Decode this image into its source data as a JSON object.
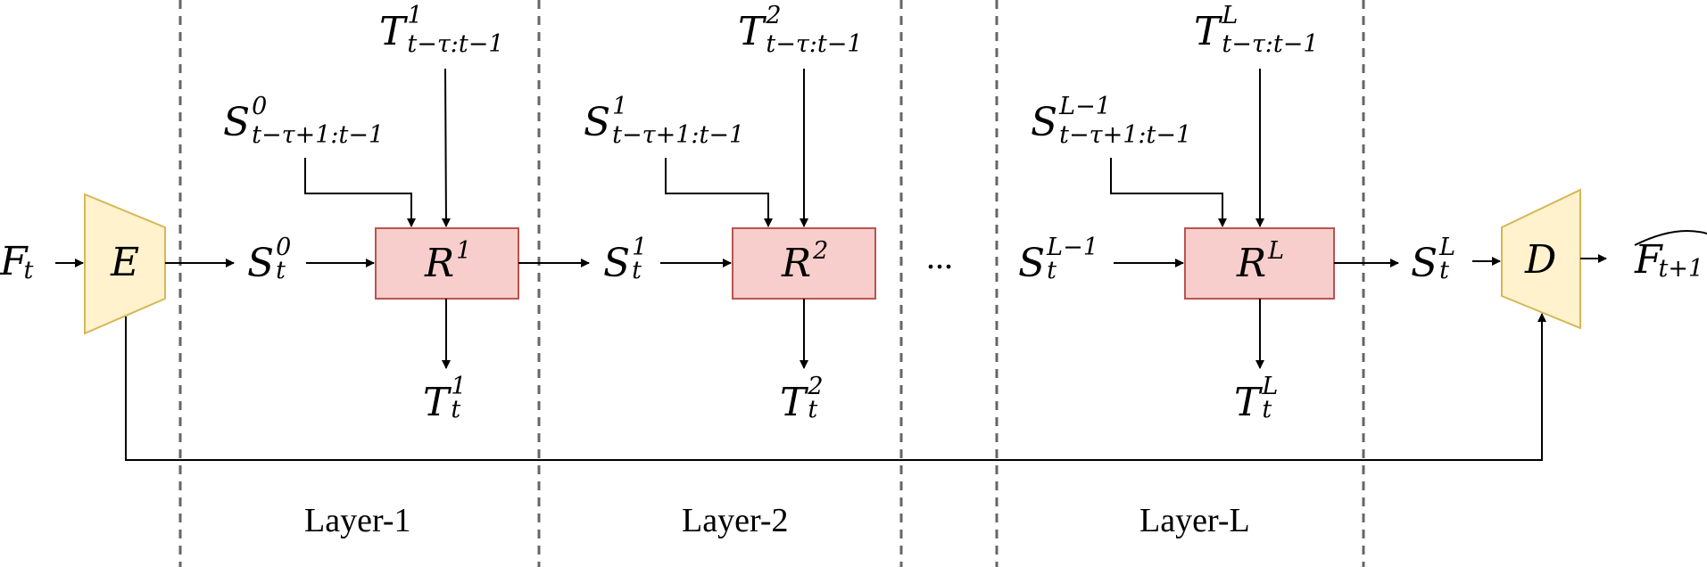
{
  "colors": {
    "encoder_fill": "#fff2cc",
    "encoder_stroke": "#d6b656",
    "block_fill": "#f8cecc",
    "block_stroke": "#b85450",
    "divider": "#666666",
    "arrow": "#000000"
  },
  "input": {
    "base": "F",
    "sub": "t"
  },
  "encoder": {
    "label": "E"
  },
  "decoder": {
    "label": "D"
  },
  "output": {
    "base": "F",
    "sub": "t+1"
  },
  "ellipsis": "...",
  "layers": [
    {
      "name": "Layer-1",
      "block": {
        "base": "R",
        "sup": "1"
      },
      "state_in": {
        "base": "S",
        "sup": "0",
        "sub": "t"
      },
      "state_hist": {
        "base": "S",
        "sup": "0",
        "sub": "t−τ+1:t−1"
      },
      "temp_hist": {
        "base": "T",
        "sup": "1",
        "sub": "t−τ:t−1"
      },
      "temp_out": {
        "base": "T",
        "sup": "1",
        "sub": "t"
      }
    },
    {
      "name": "Layer-2",
      "block": {
        "base": "R",
        "sup": "2"
      },
      "state_in": {
        "base": "S",
        "sup": "1",
        "sub": "t"
      },
      "state_hist": {
        "base": "S",
        "sup": "1",
        "sub": "t−τ+1:t−1"
      },
      "temp_hist": {
        "base": "T",
        "sup": "2",
        "sub": "t−τ:t−1"
      },
      "temp_out": {
        "base": "T",
        "sup": "2",
        "sub": "t"
      }
    },
    {
      "name": "Layer-L",
      "block": {
        "base": "R",
        "sup": "L"
      },
      "state_in": {
        "base": "S",
        "sup": "L−1",
        "sub": "t"
      },
      "state_hist": {
        "base": "S",
        "sup": "L−1",
        "sub": "t−τ+1:t−1"
      },
      "temp_hist": {
        "base": "T",
        "sup": "L",
        "sub": "t−τ:t−1"
      },
      "temp_out": {
        "base": "T",
        "sup": "L",
        "sub": "t"
      }
    }
  ],
  "final_state": {
    "base": "S",
    "sup": "L",
    "sub": "t"
  }
}
